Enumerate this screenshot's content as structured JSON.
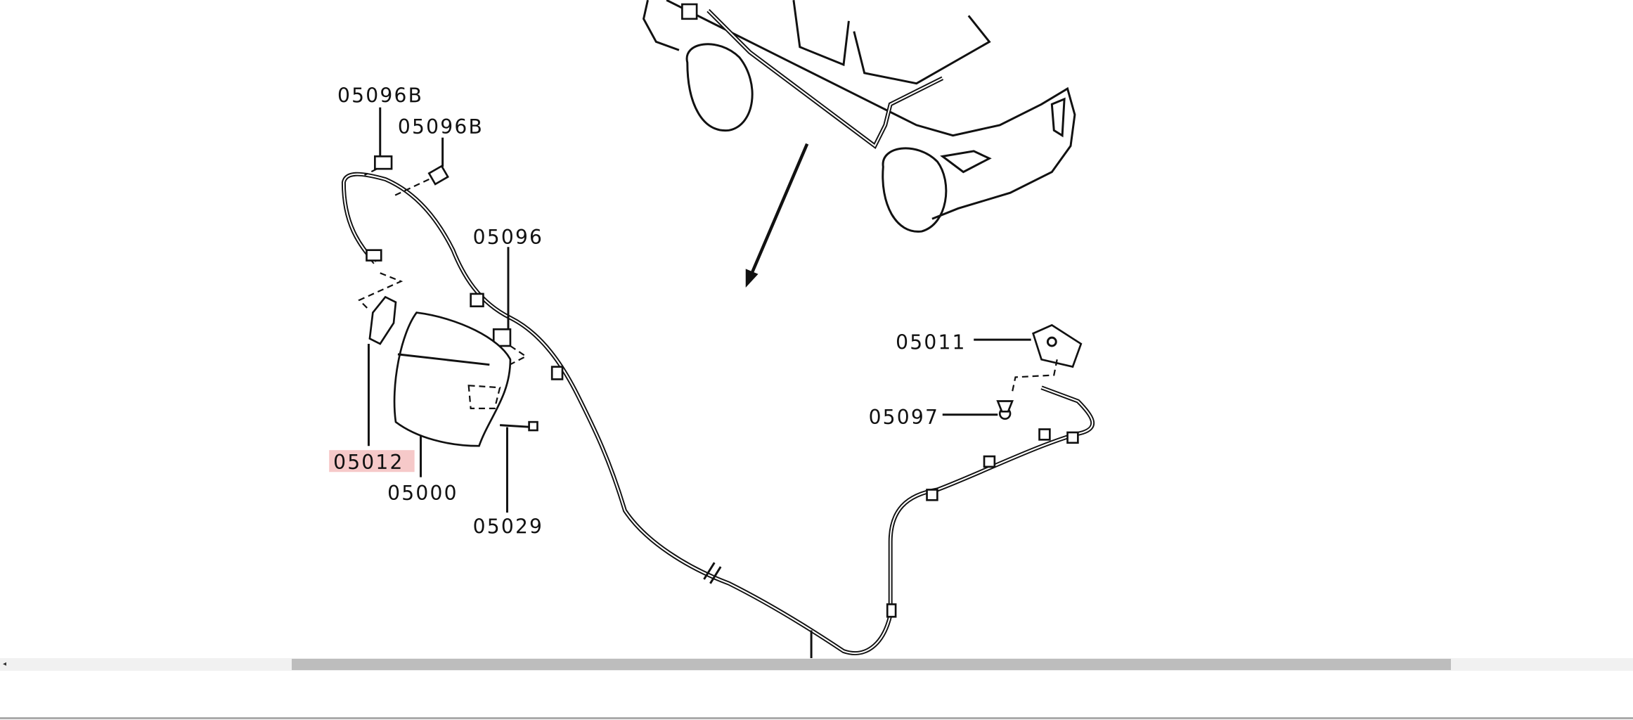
{
  "diagram": {
    "labels": {
      "p05096B_1": "05096B",
      "p05096B_2": "05096B",
      "p05096": "05096",
      "p05012": "05012",
      "p05000": "05000",
      "p05029": "05029",
      "p05011": "05011",
      "p05097": "05097"
    },
    "highlight_color": "#f6c9c9"
  },
  "scrollbar": {
    "left_arrow_icon": "◂"
  }
}
